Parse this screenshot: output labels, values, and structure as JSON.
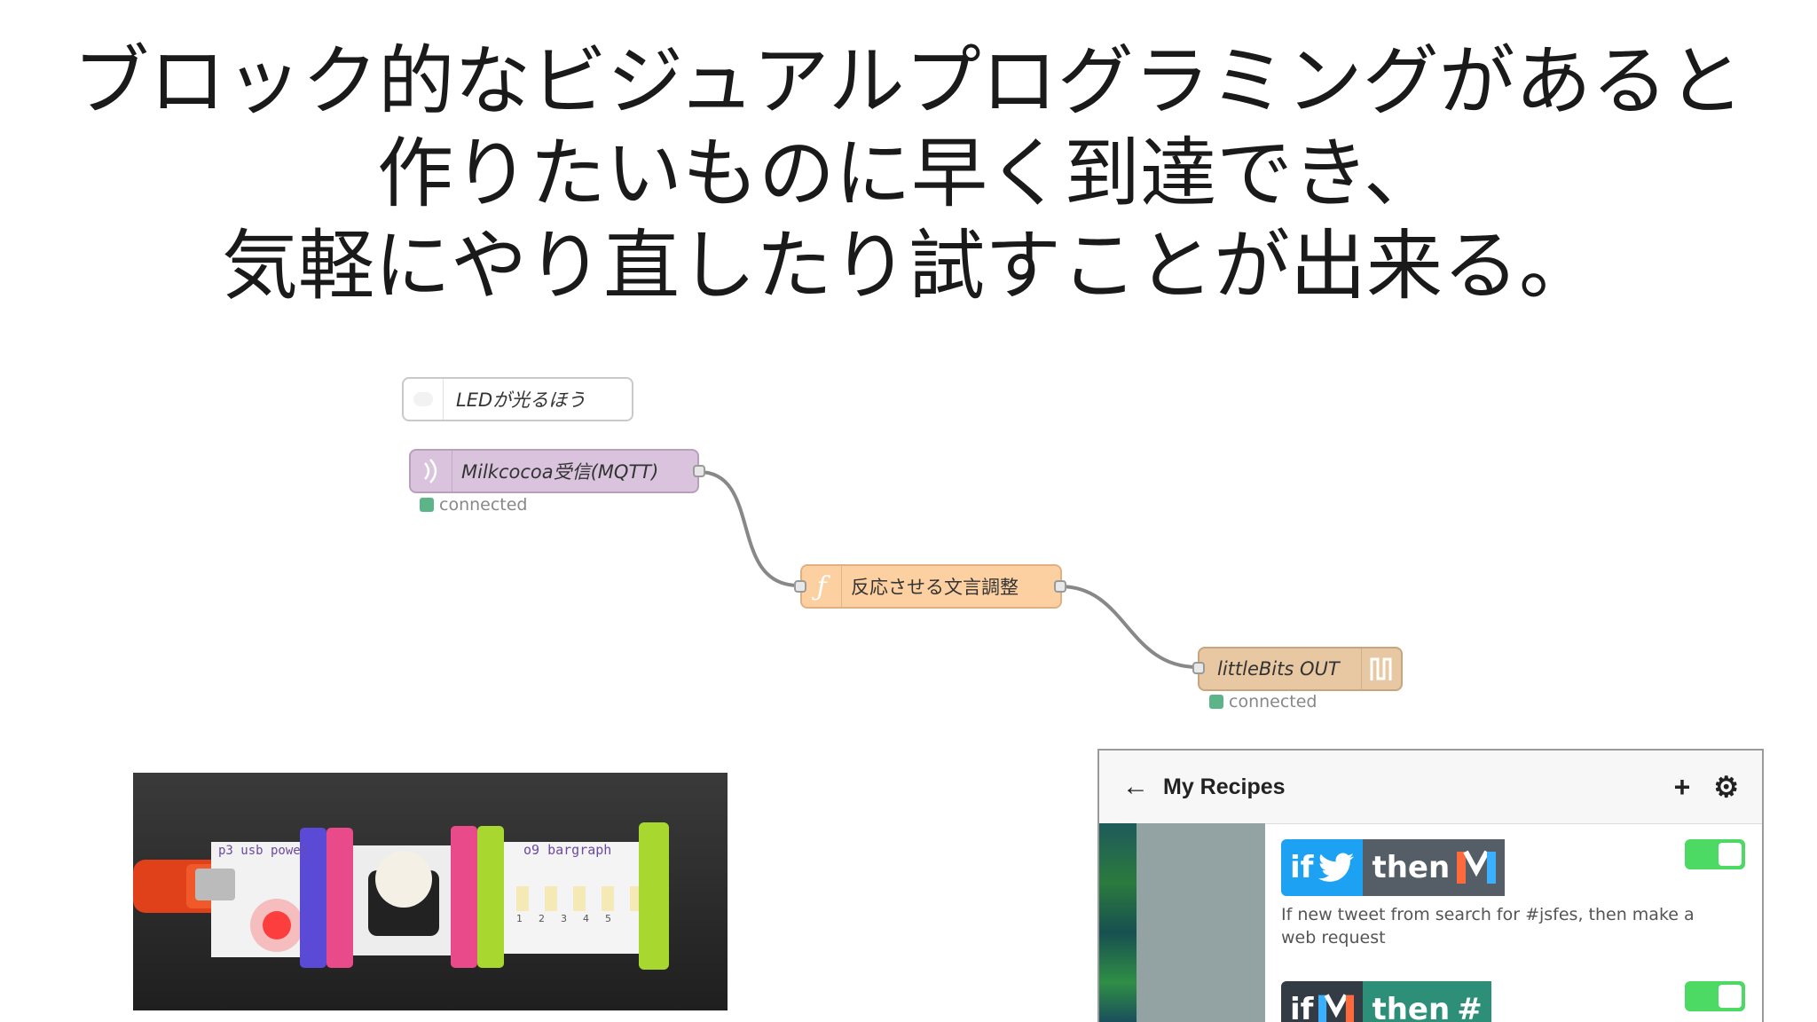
{
  "slide": {
    "title_lines": [
      "ブロック的なビジュアルプログラミングがあると",
      "作りたいものに早く到達でき、",
      "気軽にやり直したり試すことが出来る。"
    ]
  },
  "flow": {
    "comment_label": "LEDが光るほう",
    "nodes": [
      {
        "label": "Milkcocoa受信(MQTT)",
        "status": "connected",
        "color": "#d9c3dd"
      },
      {
        "label": "反応させる文言調整",
        "color": "#fdd0a2"
      },
      {
        "label": "littleBits OUT",
        "status": "connected",
        "color": "#e7c8a3"
      }
    ]
  },
  "photo": {
    "labels": [
      "p3 usb power",
      "o9 bargraph"
    ],
    "bar_numbers": [
      "1",
      "2",
      "3",
      "4",
      "5"
    ]
  },
  "ifttt": {
    "title": "My Recipes",
    "back_icon": "arrow-left-icon",
    "add_icon": "plus-icon",
    "settings_icon": "gear-icon",
    "recipes": [
      {
        "if_text": "if",
        "then_text": "then",
        "description": "If new tweet from search for #jsfes, then make a web request",
        "enabled": true,
        "trigger_color": "#1da1f2"
      },
      {
        "if_text": "if",
        "then_text": "then",
        "description": "",
        "enabled": true,
        "trigger_color": "#333b45"
      }
    ]
  }
}
